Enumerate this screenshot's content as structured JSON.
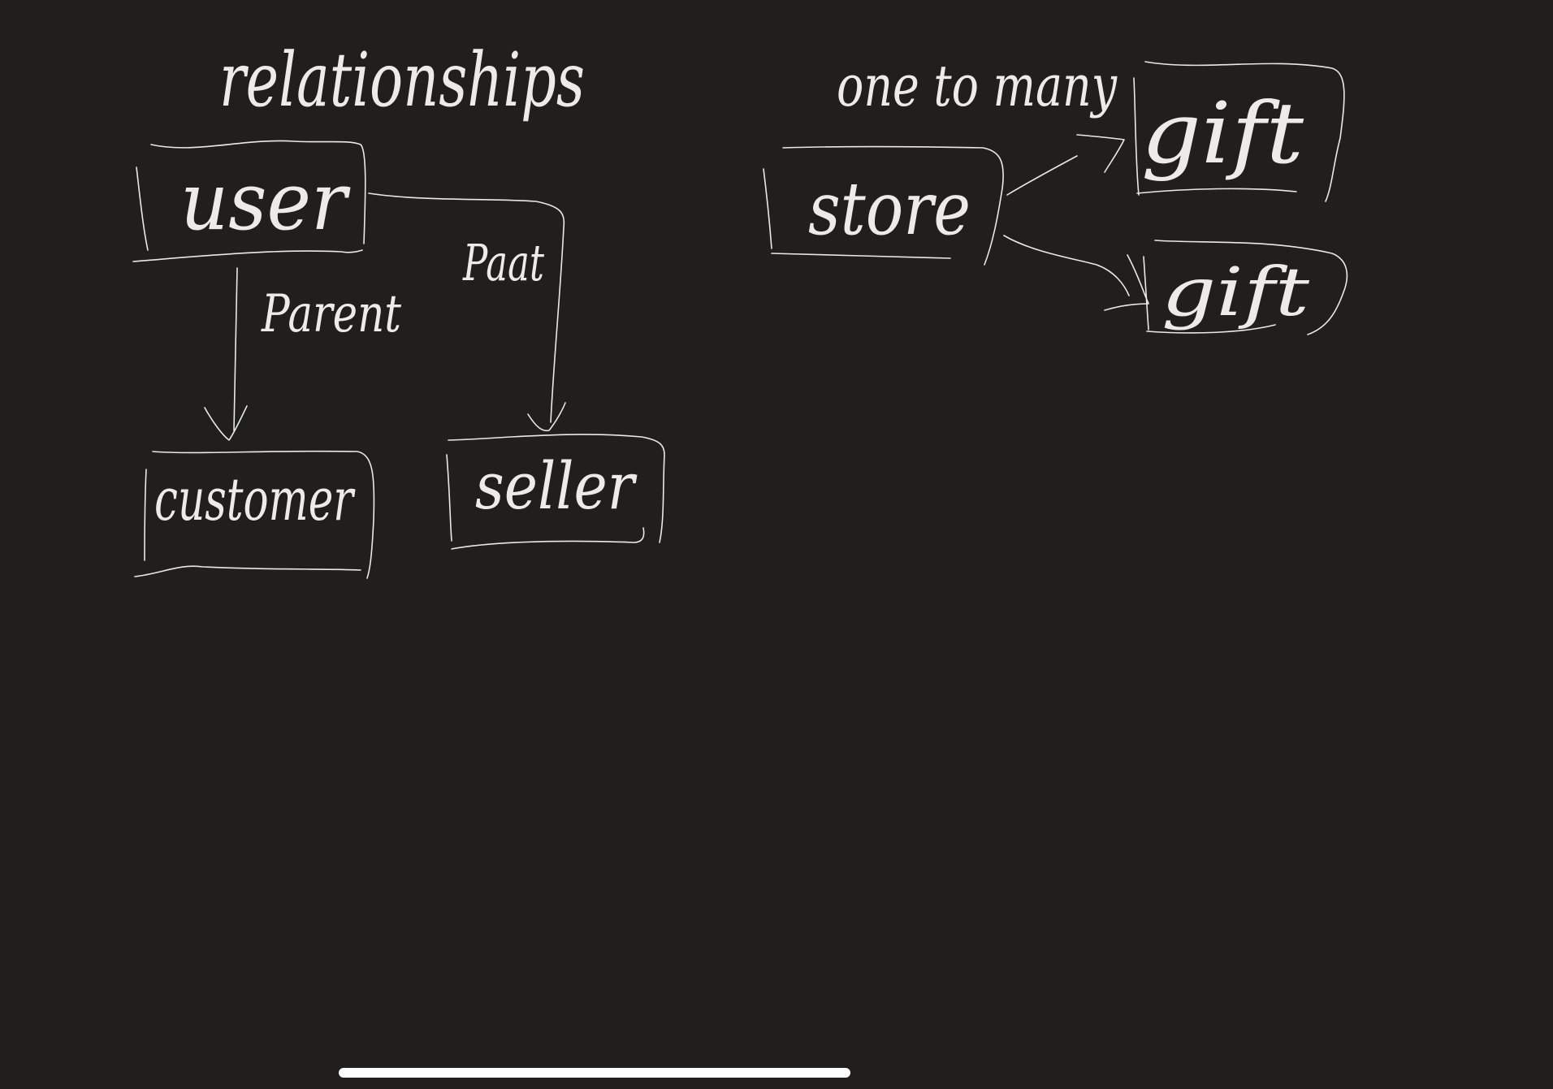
{
  "background_color": "#201f1d",
  "ink_color": "#e9e9e7",
  "left_diagram": {
    "title": "relationships",
    "nodes": {
      "user": "user",
      "customer": "customer",
      "seller": "seller"
    },
    "edge_labels": {
      "user_to_customer": "Parent",
      "user_to_seller": "Paat"
    }
  },
  "right_diagram": {
    "title": "one to many",
    "nodes": {
      "store": "store",
      "gift_top": "gift",
      "gift_bottom": "gift"
    }
  },
  "system": {
    "home_indicator": "home-indicator-bar"
  }
}
